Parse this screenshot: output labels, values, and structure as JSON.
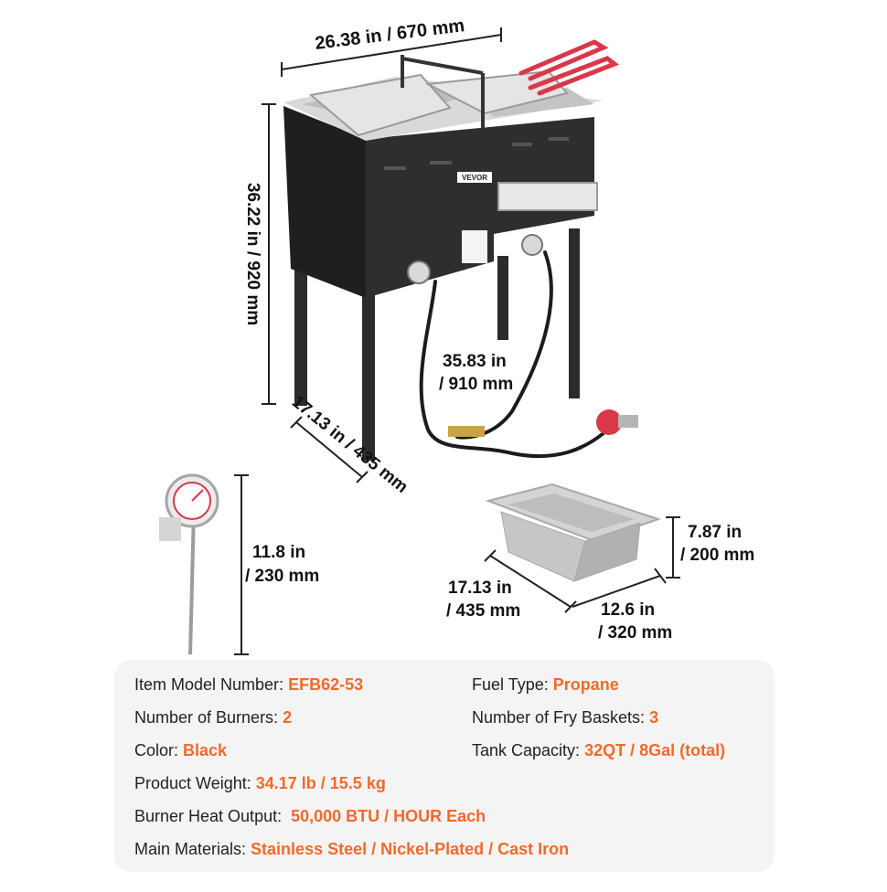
{
  "brand": "VEVOR",
  "colors": {
    "accent": "#f26a2a",
    "fryer_body": "#2b2b2b",
    "handle": "#d8384a"
  },
  "dimensions": {
    "width": "26.38 in / 670 mm",
    "height": "36.22 in / 920 mm",
    "depth": "17.13 in / 435 mm",
    "hose_line1": "35.83 in",
    "hose_line2": "/ 910 mm",
    "thermo_line1": "11.8 in",
    "thermo_line2": "/ 230 mm",
    "tank_height_line1": "7.87 in",
    "tank_height_line2": "/ 200 mm",
    "tank_depth_line1": "17.13 in",
    "tank_depth_line2": "/ 435 mm",
    "tank_width_line1": "12.6 in",
    "tank_width_line2": "/ 320 mm"
  },
  "specs": [
    {
      "label": "Item Model Number: ",
      "value": "EFB62-53"
    },
    {
      "label": "Fuel Type: ",
      "value": "Propane"
    },
    {
      "label": "Number of Burners: ",
      "value": "2"
    },
    {
      "label": "Number of Fry Baskets: ",
      "value": "3"
    },
    {
      "label": "Color: ",
      "value": "Black"
    },
    {
      "label": "Tank Capacity: ",
      "value": "32QT / 8Gal (total)"
    },
    {
      "label": "Product Weight: ",
      "value": "34.17 lb / 15.5 kg"
    },
    {
      "label": "Burner Heat Output:  ",
      "value": "50,000 BTU / HOUR Each"
    },
    {
      "label": "Main Materials: ",
      "value": "Stainless Steel / Nickel-Plated / Cast Iron"
    }
  ]
}
